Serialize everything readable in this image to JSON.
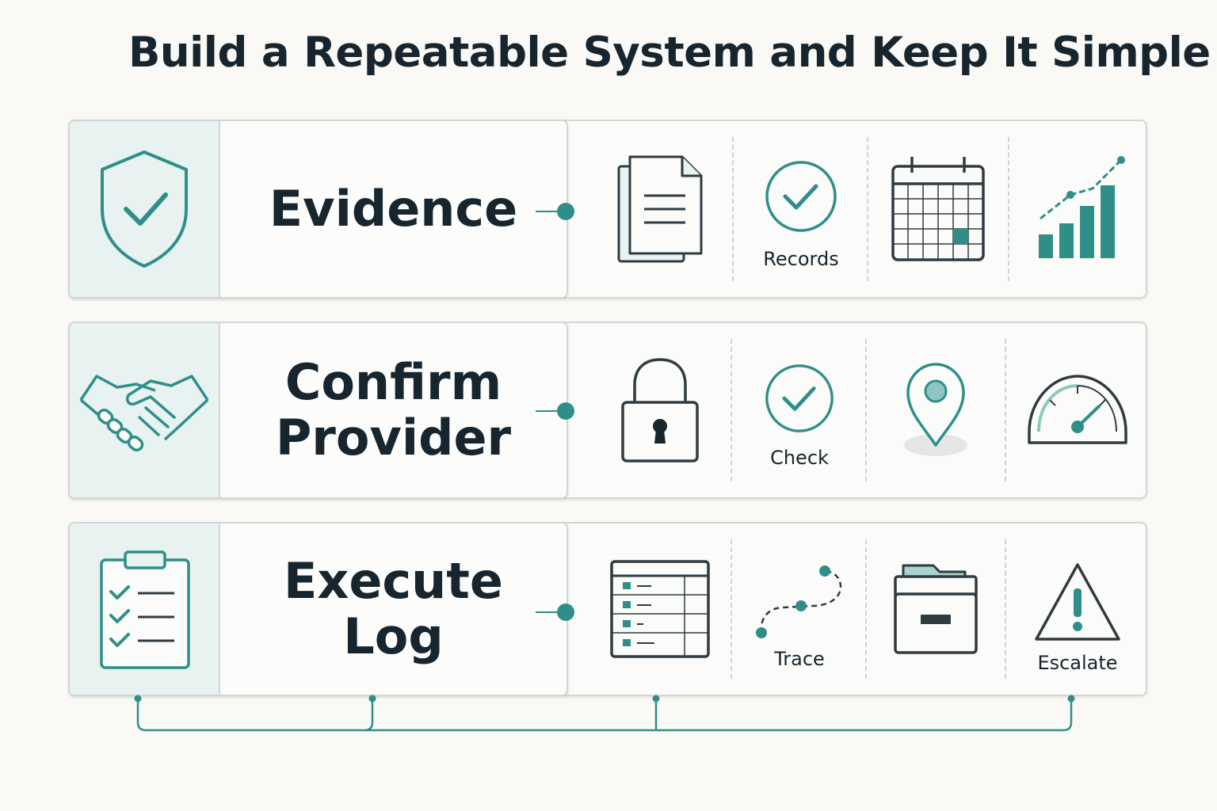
{
  "title": "Build a Repeatable System and Keep It Simple",
  "colors": {
    "teal": "#2f8f88",
    "ink": "#2f3b41",
    "panel_tint": "#e7f2f1",
    "background": "#faf9f5"
  },
  "rows": [
    {
      "icon": "shield-check-icon",
      "label_lines": [
        "Evidence"
      ],
      "items": [
        {
          "icon": "document-stack-icon",
          "caption": ""
        },
        {
          "icon": "check-circle-icon",
          "caption": "Records"
        },
        {
          "icon": "calendar-icon",
          "caption": ""
        },
        {
          "icon": "bar-chart-trend-icon",
          "caption": ""
        }
      ]
    },
    {
      "icon": "handshake-icon",
      "label_lines": [
        "Confirm",
        "Provider"
      ],
      "items": [
        {
          "icon": "padlock-icon",
          "caption": ""
        },
        {
          "icon": "check-circle-icon",
          "caption": "Check"
        },
        {
          "icon": "map-pin-icon",
          "caption": ""
        },
        {
          "icon": "gauge-icon",
          "caption": ""
        }
      ]
    },
    {
      "icon": "clipboard-checklist-icon",
      "label_lines": [
        "Execute",
        "Log"
      ],
      "items": [
        {
          "icon": "table-list-icon",
          "caption": ""
        },
        {
          "icon": "trace-path-icon",
          "caption": "Trace"
        },
        {
          "icon": "file-drawer-icon",
          "caption": ""
        },
        {
          "icon": "warning-triangle-icon",
          "caption": "Escalate"
        }
      ]
    }
  ]
}
